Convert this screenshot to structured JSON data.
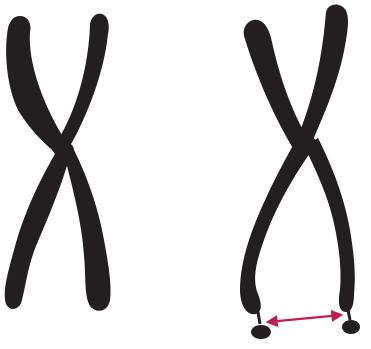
{
  "colors": {
    "background": "#ffffff",
    "chromosome": "#231f20",
    "arrow": "#c0204e"
  },
  "chromosomes": [
    {
      "id": "normal-chromosome",
      "has_satellites": false
    },
    {
      "id": "satellite-chromosome",
      "has_satellites": true
    }
  ],
  "annotation": {
    "type": "double-headed-arrow",
    "connects": "satellites"
  }
}
